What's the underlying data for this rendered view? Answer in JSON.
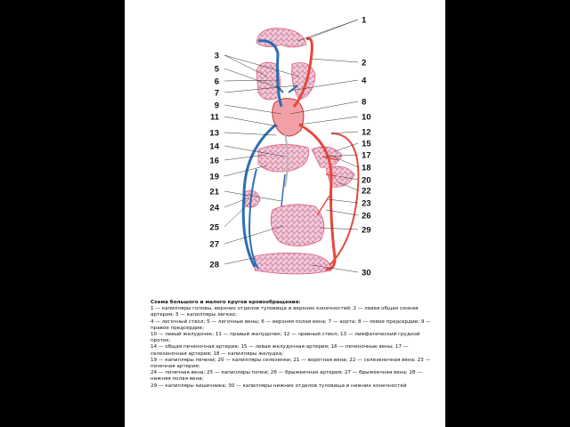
{
  "labels": {
    "left": [
      "3",
      "5",
      "6",
      "7",
      "9",
      "11",
      "13",
      "14",
      "16",
      "19",
      "21",
      "24",
      "25",
      "27",
      "28"
    ],
    "right": [
      "1",
      "2",
      "4",
      "8",
      "10",
      "12",
      "15",
      "17",
      "18",
      "20",
      "22",
      "23",
      "26",
      "29",
      "30"
    ]
  },
  "caption": {
    "title": "Схема большого и малого кругов кровообращения:",
    "lines": [
      "1 — капилляры головы, верхних отделов туловища и верхних конечностей; 2 — левая общая сонная артерия; 3 — капилляры легких;",
      "4 — легочный ствол; 5 — легочные вены; 6 — верхняя полая вена; 7 — аорта; 8 — левое предсердие; 9 — правое предсердие;",
      "10 — левый желудочек; 11 — правый желудочек; 12 — чревный ствол; 13 — лимфатический грудной проток;",
      "14 — общая печеночная артерия; 15 — левая желудочная артерия; 16 — печеночные вены; 17 — селезеночная артерия; 18 — капилляры желудка;",
      "19 — капилляры печени; 20 — капилляры селезенки; 21 — воротная вена; 22 — селезеночная вена; 23 — почечная артерия;",
      "24 — почечная вена; 25 — капилляры почки; 26 — брыжеечная артерия; 27 — брыжеечная вена; 28 — нижняя полая вена;",
      "29 — капилляры кишечника; 30 — капилляры нижних отделов туловища и нижних конечностей"
    ]
  },
  "colors": {
    "artery": "#e8473c",
    "vein": "#2c6fb3",
    "capillary_fill": "#f7c6d4",
    "lymph": "#bdb6ae"
  }
}
